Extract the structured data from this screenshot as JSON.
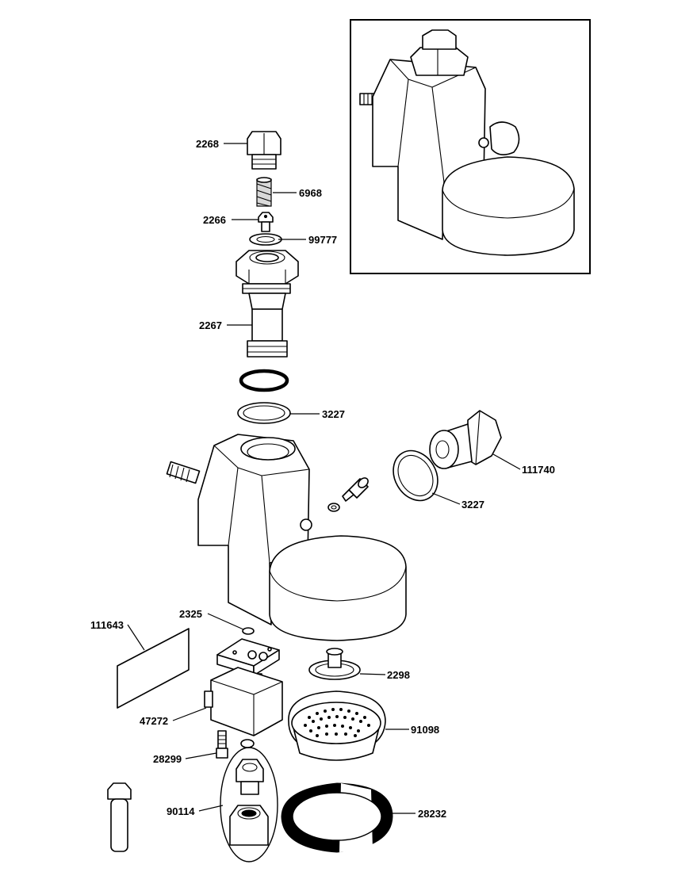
{
  "labels": {
    "p2268": "2268",
    "p6968": "6968",
    "p2266": "2266",
    "p99777": "99777",
    "p2267": "2267",
    "p3227a": "3227",
    "p111740": "111740",
    "p3227b": "3227",
    "p2325": "2325",
    "p111643": "111643",
    "p2298": "2298",
    "p47272": "47272",
    "p91098": "91098",
    "p28299": "28299",
    "p90114": "90114",
    "p28232": "28232"
  }
}
